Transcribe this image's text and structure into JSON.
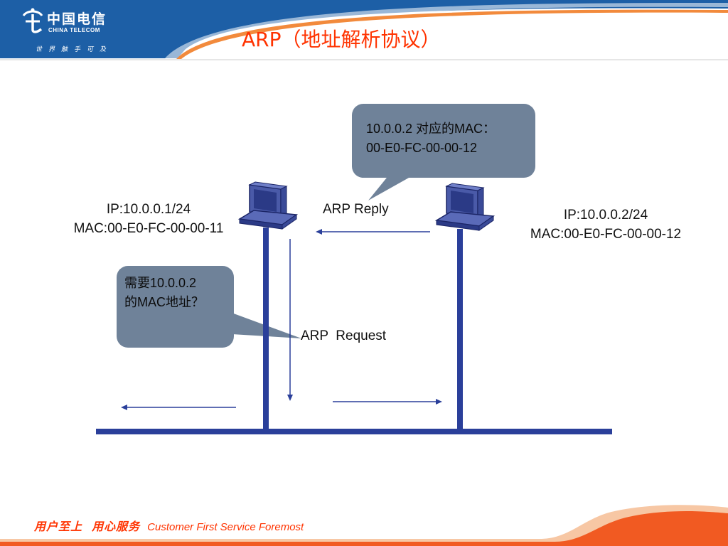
{
  "header": {
    "brand_cn": "中国电信",
    "brand_en": "CHINA TELECOM",
    "slogan": "世界触手可及",
    "title": "ARP（地址解析协议）"
  },
  "hosts": {
    "left": {
      "ip": "IP:10.0.0.1/24",
      "mac": "MAC:00-E0-FC-00-00-11"
    },
    "right": {
      "ip": "IP:10.0.0.2/24",
      "mac": "MAC:00-E0-FC-00-00-12"
    }
  },
  "bubbles": {
    "request": {
      "line1": "需要10.0.0.2",
      "line2": "的MAC地址？"
    },
    "reply": {
      "line1": "10.0.0.2 对应的MAC：",
      "line2": "00-E0-FC-00-00-12"
    }
  },
  "labels": {
    "arp_reply": "ARP Reply",
    "arp_request": "ARP  Request"
  },
  "footer": {
    "slogan_cn": "用户至上  用心服务",
    "slogan_en": "Customer First Service Foremost"
  },
  "colors": {
    "brand_blue": "#1d5fa6",
    "accent_orange": "#ff3300",
    "bubble_fill": "#6f8299",
    "network_line": "#2a3f9a"
  }
}
